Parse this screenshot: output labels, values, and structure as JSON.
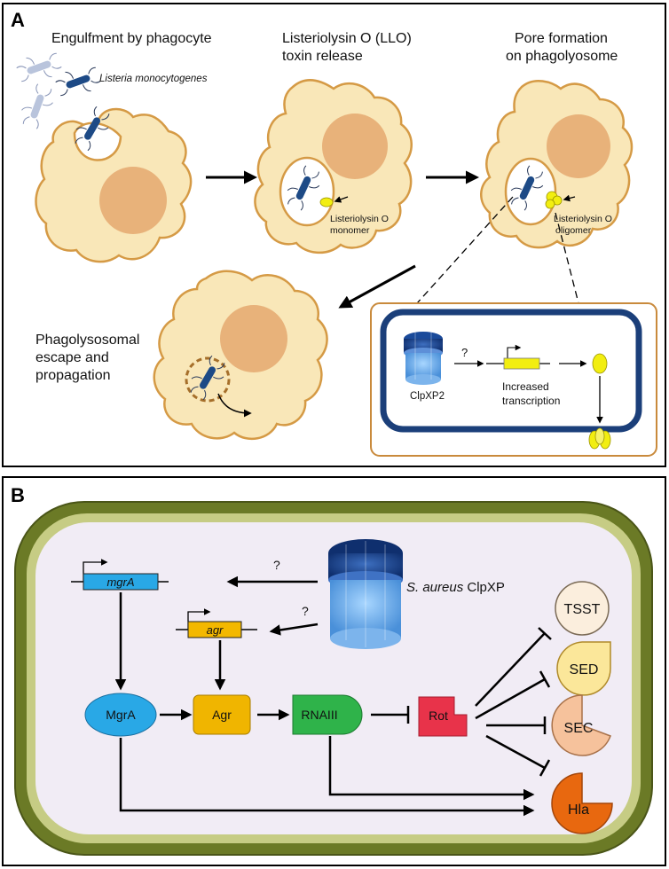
{
  "panel_a": {
    "letter": "A",
    "step1_title": "Engulfment by phagocyte",
    "species": "Listeria monocytogenes",
    "step2_title_l1": "Listeriolysin O (LLO)",
    "step2_title_l2": "toxin release",
    "step2_label_l1": "Listeriolysin O",
    "step2_label_l2": "monomer",
    "step3_title_l1": "Pore formation",
    "step3_title_l2": "on phagolyosome",
    "step3_label_l1": "Listeriolysin O",
    "step3_label_l2": "oligomer",
    "step4_title_l1": "Phagolysosomal",
    "step4_title_l2": "escape and",
    "step4_title_l3": "propagation",
    "inset_protease": "ClpXP2",
    "inset_question": "?",
    "inset_text_l1": "Increased",
    "inset_text_l2": "transcription"
  },
  "panel_b": {
    "letter": "B",
    "mgra_gene": "mgrA",
    "agr_gene": "agr",
    "question1": "?",
    "question2": "?",
    "clpxp_species": "S. aureus",
    "clpxp_name": "ClpXP",
    "mgra_protein": "MgrA",
    "agr_protein": "Agr",
    "rnaiii": "RNAIII",
    "rot": "Rot",
    "toxins": [
      "TSST",
      "SED",
      "SEC",
      "Hla"
    ]
  },
  "colors": {
    "cell_fill": "#f9e7b8",
    "cell_stroke": "#d59a45",
    "nucleus": "#e8b27a",
    "bacterium": "#1d4a86",
    "llo": "#f2ee10",
    "bacterial_wall": "#5b6b1f",
    "cytoplasm_b": "#f1ecf5",
    "mgra_gene": "#29a8e6",
    "agr_gene": "#f3b800",
    "mgra_protein": "#29a8e6",
    "agr_protein": "#f0b500",
    "rnaiii": "#2fb34a",
    "rot": "#e8334a",
    "tsst": "#fbeedd",
    "sed": "#fbe79a",
    "sec": "#f6c29c",
    "hla": "#e8680f"
  }
}
